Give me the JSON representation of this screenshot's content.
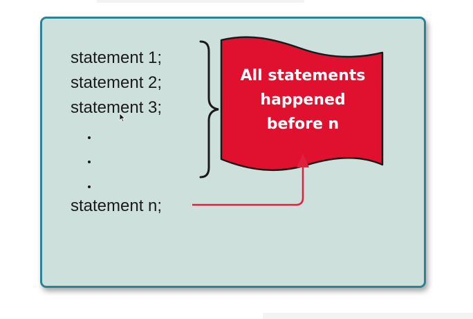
{
  "statements": {
    "s1": "statement 1;",
    "s2": "statement 2;",
    "s3": "statement 3;",
    "sn": "statement n;"
  },
  "ellipsis_dots": ".",
  "flag": {
    "line1": "All statements",
    "line2": "happened",
    "line3": "before n",
    "fill_color": "#e0102f",
    "outline_color": "#1a1a1a"
  },
  "colors": {
    "panel_bg": "#cde0dc",
    "panel_border": "#2a8494",
    "arrow": "#e0203f",
    "text": "#1a1a1a"
  }
}
